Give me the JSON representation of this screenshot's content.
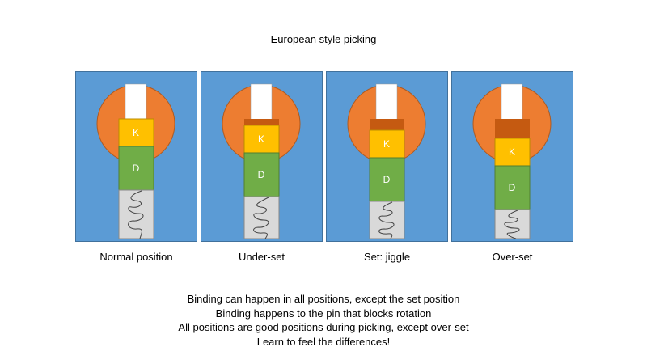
{
  "title": "European style picking",
  "colors": {
    "background": "#5B9BD5",
    "plug": "#ED7D31",
    "overset": "#C55A11",
    "key_pin": "#FFC000",
    "driver_pin": "#70AD47",
    "spring_chamber": "#D9D9D9"
  },
  "pin_labels": {
    "key": "K",
    "driver": "D"
  },
  "panels": [
    {
      "label": "Normal position"
    },
    {
      "label": "Under-set"
    },
    {
      "label": "Set: jiggle"
    },
    {
      "label": "Over-set"
    }
  ],
  "notes": [
    "Binding can happen in all positions, except the set position",
    "Binding happens to the pin that blocks rotation",
    "All positions are good positions during picking, except over-set",
    "Learn to feel the differences!"
  ]
}
